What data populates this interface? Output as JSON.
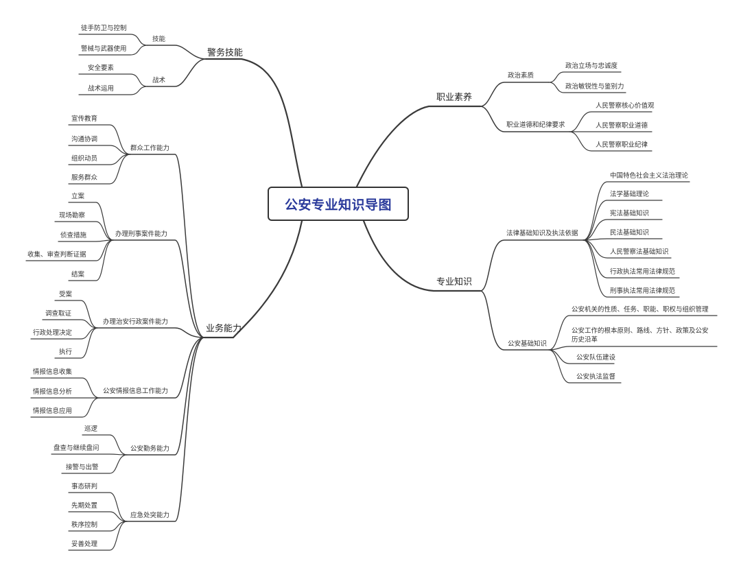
{
  "root": "公安专业知识导图",
  "branches": {
    "jingwu": {
      "label": "警务技能",
      "jineng": {
        "label": "技能",
        "items": [
          "徒手防卫与控制",
          "警械与武器使用"
        ]
      },
      "zhanshu": {
        "label": "战术",
        "items": [
          "安全要素",
          "战术运用"
        ]
      }
    },
    "zhiye": {
      "label": "职业素养",
      "zhengzhi": {
        "label": "政治素质",
        "items": [
          "政治立场与忠诚度",
          "政治敏锐性与鉴别力"
        ]
      },
      "daode": {
        "label": "职业道德和纪律要求",
        "items": [
          "人民警察核心价值观",
          "人民警察职业道德",
          "人民警察职业纪律"
        ]
      }
    },
    "zhuanye": {
      "label": "专业知识",
      "falv": {
        "label": "法律基础知识及执法依据",
        "items": [
          "中国特色社会主义法治理论",
          "法学基础理论",
          "宪法基础知识",
          "民法基础知识",
          "人民警察法基础知识",
          "行政执法常用法律规范",
          "刑事执法常用法律规范"
        ]
      },
      "gongan": {
        "label": "公安基础知识",
        "items": [
          "公安机关的性质、任务、职能、职权与组织管理",
          "公安工作的根本原则、路线、方针、政策及公安历史沿革",
          "公安队伍建设",
          "公安执法监督"
        ]
      }
    },
    "yewu": {
      "label": "业务能力",
      "qunzhong": {
        "label": "群众工作能力",
        "items": [
          "宣传教育",
          "沟通协调",
          "组织动员",
          "服务群众"
        ]
      },
      "xingshi": {
        "label": "办理刑事案件能力",
        "items": [
          "立案",
          "现场勘察",
          "侦查措施",
          "收集、审查判断证据",
          "结案"
        ]
      },
      "zhian": {
        "label": "办理治安行政案件能力",
        "items": [
          "受案",
          "调查取证",
          "行政处理决定",
          "执行"
        ]
      },
      "qingbao": {
        "label": "公安情报信息工作能力",
        "items": [
          "情报信息收集",
          "情报信息分析",
          "情报信息应用"
        ]
      },
      "qinwu": {
        "label": "公安勤务能力",
        "items": [
          "巡逻",
          "盘查与继续盘问",
          "接警与出警"
        ]
      },
      "yingji": {
        "label": "应急处突能力",
        "items": [
          "事态研判",
          "先期处置",
          "秩序控制",
          "妥善处理"
        ]
      }
    }
  }
}
